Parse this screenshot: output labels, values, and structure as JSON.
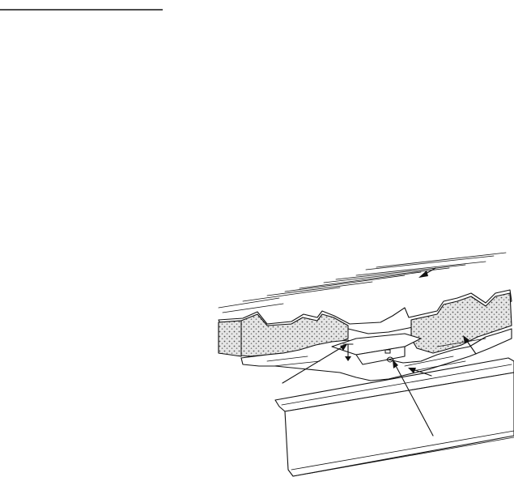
{
  "diagram": {
    "colors": {
      "line": "#111111",
      "background": "#ffffff",
      "foam_fill": "#d8d8d8"
    },
    "callouts": [
      {
        "id": "roof-sheet"
      },
      {
        "id": "foam-core"
      },
      {
        "id": "purlin-fastener"
      },
      {
        "id": "liner-sheet"
      },
      {
        "id": "fixing-screw"
      }
    ]
  }
}
